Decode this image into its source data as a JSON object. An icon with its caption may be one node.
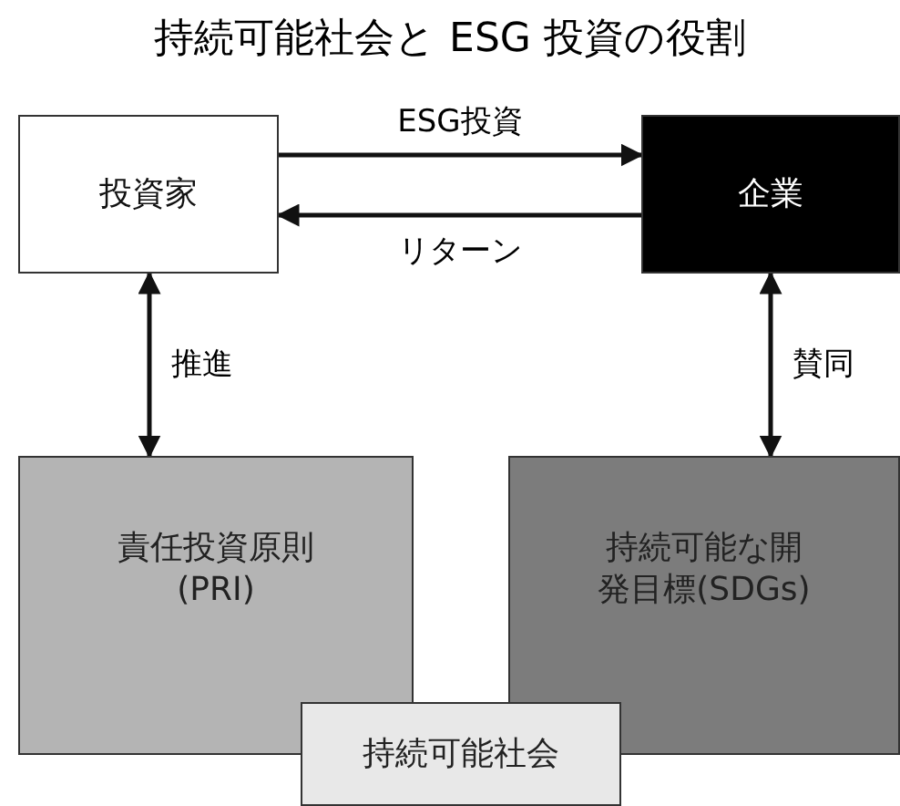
{
  "diagram": {
    "title": "持続可能社会と ESG 投資の役割",
    "nodes": [
      {
        "text": [
          "投資家"
        ]
      },
      {
        "text": [
          "企業"
        ]
      },
      {
        "text": [
          "責任投資原則(PRI)"
        ]
      },
      {
        "text": [
          "持続可能な開発目標(SDGs)"
        ]
      },
      {
        "text": [
          "持続可能社会"
        ]
      }
    ],
    "edges": [
      {
        "from": 0,
        "to": 1,
        "arrow": "to",
        "label": "ESG投資"
      },
      {
        "from": 1,
        "to": 0,
        "arrow": "to",
        "label": "リターン"
      },
      {
        "from": 2,
        "to": 0,
        "arrow": "both",
        "label": "推進"
      },
      {
        "from": 3,
        "to": 1,
        "arrow": "both",
        "label": "賛同"
      }
    ]
  }
}
